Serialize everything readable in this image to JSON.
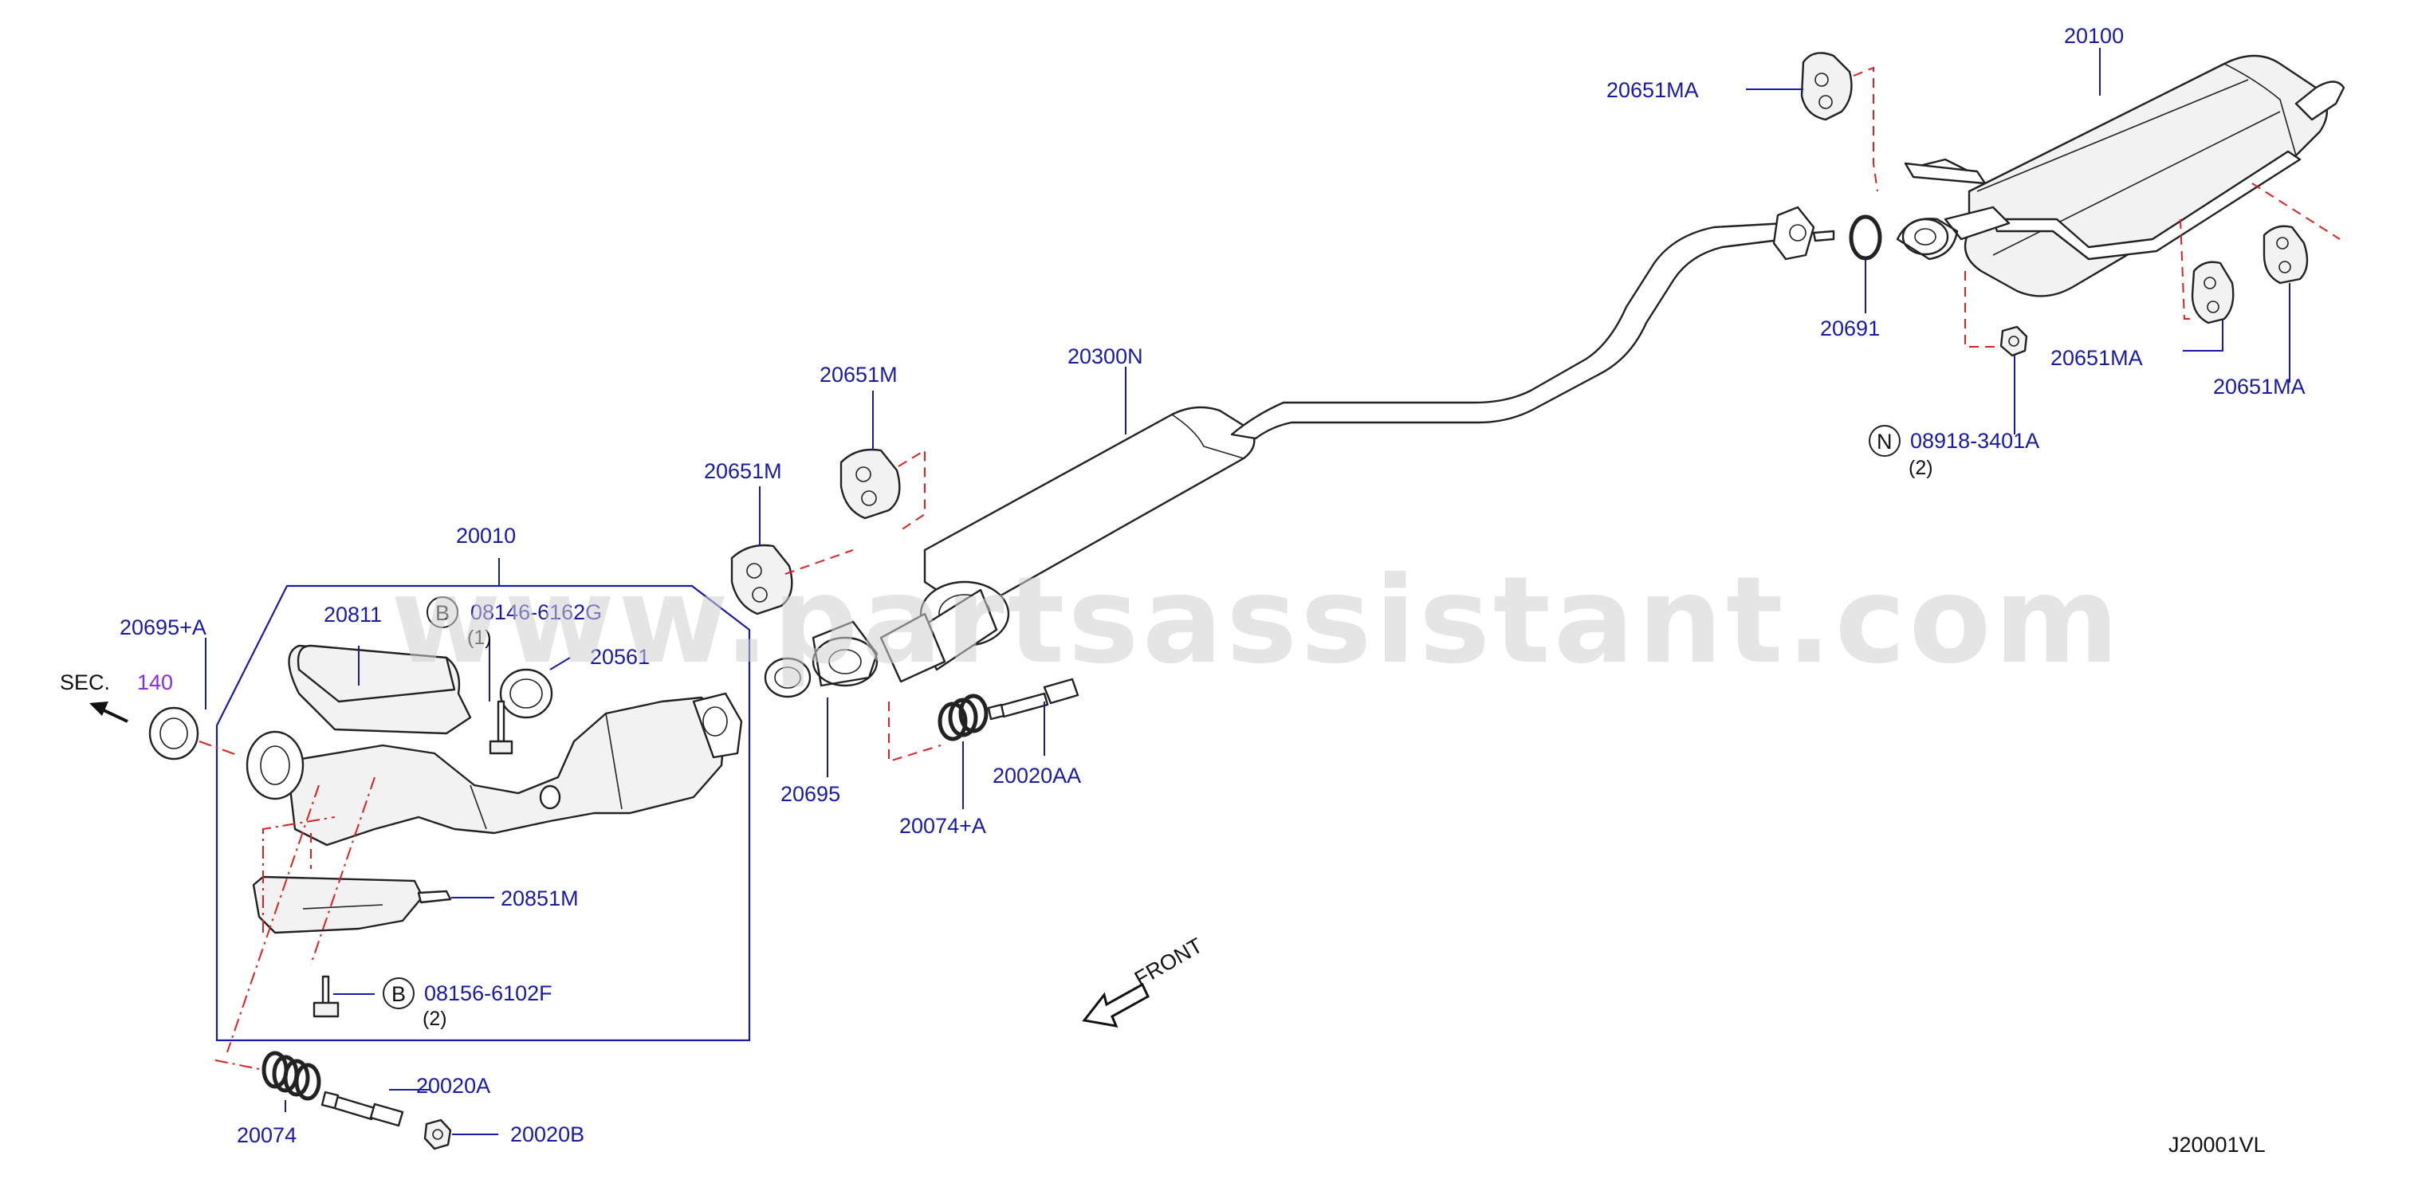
{
  "watermark": "www.partsassistant.com",
  "diagram_code": "J20001VL",
  "front_label": "FRONT",
  "sec_label": "SEC.",
  "sec_number": "140",
  "colors": {
    "part_number": "#1a1aa8",
    "section_link": "#8a2be2",
    "guide_line": "#e02020",
    "outline": "#222222"
  },
  "icons": [
    "front-arrow-icon",
    "section-arrow-icon",
    "bolt-circle-b-icon",
    "nut-circle-n-icon"
  ],
  "callouts": {
    "p20100": "20100",
    "p20651MA_top": "20651MA",
    "p20691": "20691",
    "p20651MA_mid": "20651MA",
    "p20651MA_right": "20651MA",
    "p08918": "08918-3401A",
    "p08918_qty": "(2)",
    "p08918_prefix": "N",
    "p20300N": "20300N",
    "p20651M_top": "20651M",
    "p20651M_low": "20651M",
    "p20695": "20695",
    "p20074A": "20074+A",
    "p20020AA": "20020AA",
    "p20010": "20010",
    "p20811": "20811",
    "p08146": "08146-6162G",
    "p08146_qty": "(1)",
    "p08146_prefix": "B",
    "p20561": "20561",
    "p20695A": "20695+A",
    "p20851M": "20851M",
    "p08156": "08156-6102F",
    "p08156_qty": "(2)",
    "p08156_prefix": "B",
    "p20074": "20074",
    "p20020A": "20020A",
    "p20020B": "20020B"
  }
}
